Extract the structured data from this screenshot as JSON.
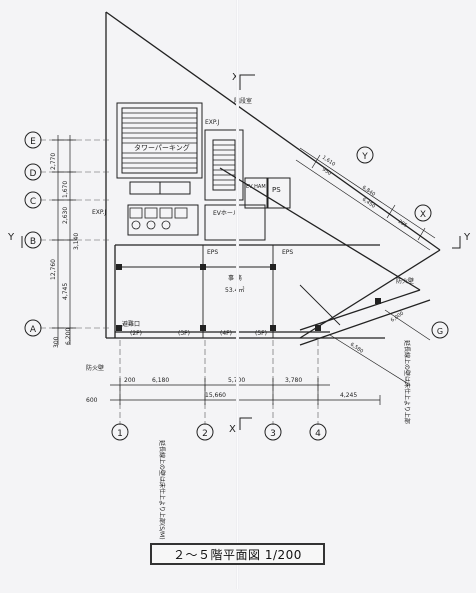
{
  "title": "２～５階平面図 1/200",
  "section_marks": {
    "x_top": "X",
    "x_bottom": "X",
    "y_left": "Y",
    "y_right": "Y"
  },
  "grid_rows": [
    "E",
    "D",
    "C",
    "B",
    "A"
  ],
  "grid_cols": [
    "1",
    "2",
    "3",
    "4"
  ],
  "right_markers": [
    "Y",
    "X",
    "G"
  ],
  "rooms": {
    "stair": "階段室",
    "tower_parking": "タワーパーキング",
    "exp_j_top": "EXP.J",
    "exp_j_left": "EXP.J",
    "ev_hall": "EVホール",
    "ps": "PS",
    "ev_machine": "EV HAM",
    "office": "事 務",
    "office_area": "53.4㎡",
    "eps1": "EPS",
    "eps2": "EPS",
    "fire_wall_left": "防火壁",
    "fire_wall_right": "防火壁",
    "entrance": "避難口"
  },
  "column_tags": [
    "(2F)",
    "(3F)",
    "(4F)",
    "(5F)"
  ],
  "dimensions": {
    "left_total": "12,760",
    "left_a": "2,770",
    "left_b": "1,670",
    "left_c": "2,630",
    "left_d": "3,140",
    "left_e": "4,745",
    "left_f": "300",
    "left_g": "6,200",
    "bottom_a": "200",
    "bottom_b": "6,180",
    "bottom_c": "5,700",
    "bottom_d": "3,780",
    "bottom_total": "15,660",
    "bottom_e": "600",
    "bottom_f": "4,245",
    "top_a": "1,610",
    "top_b": "6,840",
    "top_c": "950",
    "top_d": "6,450",
    "top_e": "285",
    "right_a": "6,000",
    "right_b": "6,580"
  },
  "notes": {
    "left_vertical": "延長線上の壁は床仕上より上部(S/M)",
    "right_vertical": "延長線上の壁は床仕上より上部"
  }
}
